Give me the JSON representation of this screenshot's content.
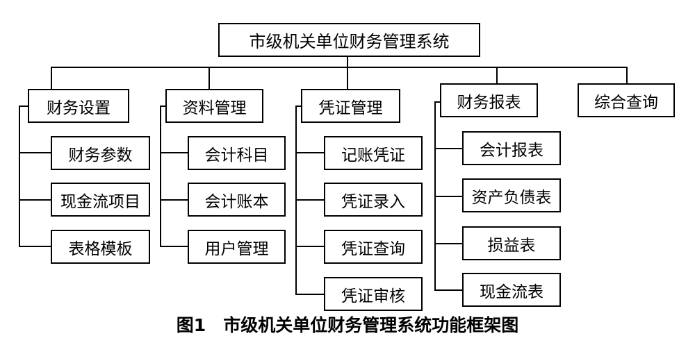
{
  "title": "市级机关单位财务管理系统",
  "modules": [
    {
      "label": "财务设置",
      "children": [
        "财务参数",
        "现金流项目",
        "表格模板"
      ]
    },
    {
      "label": "资料管理",
      "children": [
        "会计科目",
        "会计账本",
        "用户管理"
      ]
    },
    {
      "label": "凭证管理",
      "children": [
        "记账凭证",
        "凭证录入",
        "凭证查询",
        "凭证审核"
      ]
    },
    {
      "label": "财务报表",
      "children": [
        "会计报表",
        "资产负债表",
        "损益表",
        "现金流表"
      ]
    },
    {
      "label": "综合查询",
      "children": []
    }
  ],
  "caption": "图1　市级机关单位财务管理系统功能框架图"
}
